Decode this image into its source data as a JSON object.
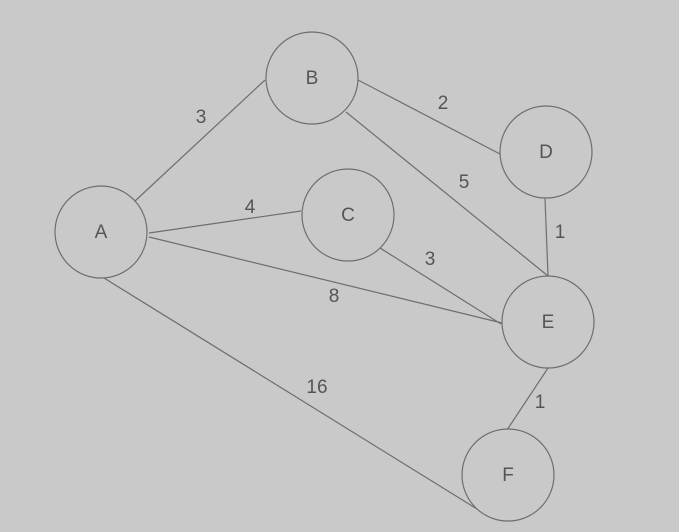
{
  "graph": {
    "nodes": [
      {
        "id": "A",
        "label": "A"
      },
      {
        "id": "B",
        "label": "B"
      },
      {
        "id": "C",
        "label": "C"
      },
      {
        "id": "D",
        "label": "D"
      },
      {
        "id": "E",
        "label": "E"
      },
      {
        "id": "F",
        "label": "F"
      }
    ],
    "edges": [
      {
        "from": "A",
        "to": "B",
        "weight": "3"
      },
      {
        "from": "A",
        "to": "C",
        "weight": "4"
      },
      {
        "from": "A",
        "to": "E",
        "weight": "8"
      },
      {
        "from": "A",
        "to": "F",
        "weight": "16"
      },
      {
        "from": "B",
        "to": "D",
        "weight": "2"
      },
      {
        "from": "B",
        "to": "E",
        "weight": "5"
      },
      {
        "from": "C",
        "to": "E",
        "weight": "3"
      },
      {
        "from": "D",
        "to": "E",
        "weight": "1"
      },
      {
        "from": "E",
        "to": "F",
        "weight": "1"
      }
    ]
  }
}
